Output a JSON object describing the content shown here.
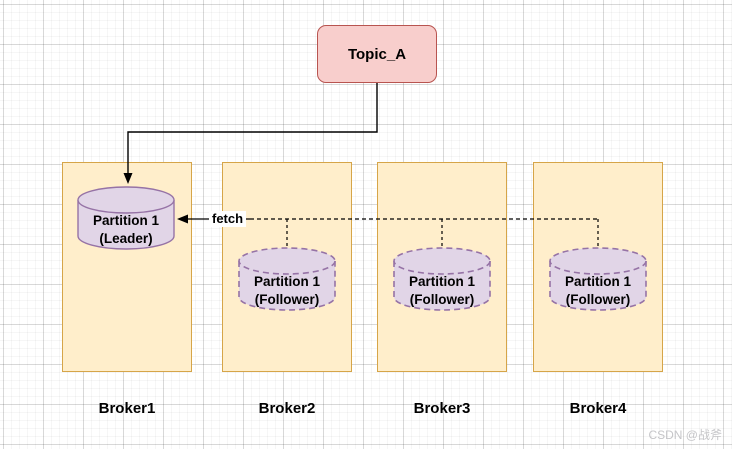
{
  "diagram": {
    "topic": {
      "label": "Topic_A"
    },
    "fetch_label": "fetch",
    "brokers": [
      {
        "label": "Broker1",
        "partition": {
          "line1": "Partition 1",
          "line2": "(Leader)"
        }
      },
      {
        "label": "Broker2",
        "partition": {
          "line1": "Partition 1",
          "line2": "(Follower)"
        }
      },
      {
        "label": "Broker3",
        "partition": {
          "line1": "Partition 1",
          "line2": "(Follower)"
        }
      },
      {
        "label": "Broker4",
        "partition": {
          "line1": "Partition 1",
          "line2": "(Follower)"
        }
      }
    ],
    "colors": {
      "topic_fill": "#f8cecc",
      "topic_stroke": "#b85450",
      "broker_fill": "#ffeecb",
      "broker_stroke": "#d6a548",
      "cyl_fill": "#e1d5e7",
      "cyl_stroke": "#9673a6",
      "line": "#000000",
      "watermark": "#c5c5c8"
    }
  },
  "watermark": "CSDN @战斧"
}
